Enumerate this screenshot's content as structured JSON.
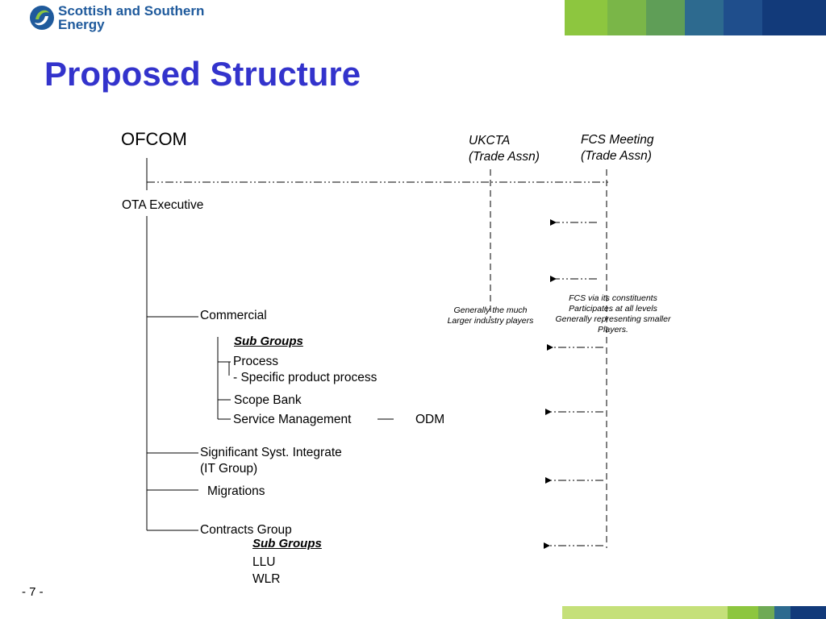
{
  "header": {
    "logo_line1": "Scottish and Southern",
    "logo_line2": "Energy",
    "colors": [
      "#8dc63f",
      "#7ab648",
      "#5f9e57",
      "#2d6a8f",
      "#1f4e8c",
      "#123a7a"
    ]
  },
  "title": "Proposed Structure",
  "diagram": {
    "ofcom": "OFCOM",
    "ukcta_line1": "UKCTA",
    "ukcta_line2": "(Trade Assn)",
    "fcs_line1": "FCS Meeting",
    "fcs_line2": "(Trade Assn)",
    "ota_executive": "OTA Executive",
    "ukcta_note_line1": "Generally the much",
    "ukcta_note_line2": "Larger industry players",
    "fcs_note_line1": "FCS via its constituents",
    "fcs_note_line2": "Participates at all levels",
    "fcs_note_line3": "Generally representing smaller",
    "fcs_note_line4": "Players.",
    "commercial": "Commercial",
    "sub_groups_1": "Sub Groups",
    "process": "Process",
    "specific_product_process": "- Specific product process",
    "scope_bank": "Scope Bank",
    "service_management": "Service Management",
    "odm": "ODM",
    "sig_line1": "Significant Syst. Integrate",
    "sig_line2": "(IT Group)",
    "migrations": "Migrations",
    "contracts_group": "Contracts Group",
    "sub_groups_2": "Sub Groups",
    "llu": "LLU",
    "wlr": "WLR"
  },
  "footer": {
    "page_number": "- 7 -"
  }
}
